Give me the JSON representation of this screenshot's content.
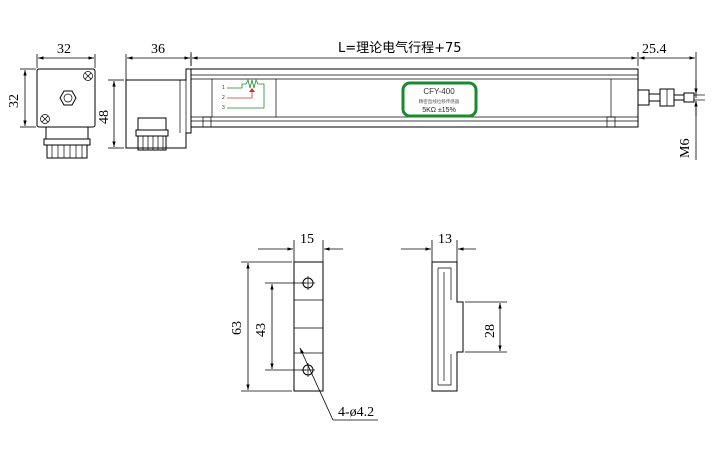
{
  "dimensions": {
    "connector_width": "32",
    "connector_height": "32",
    "head_width": "36",
    "body_height": "48",
    "stroke_length": "L=理论电气行程+75",
    "rod_extension": "25.4",
    "thread": "M6",
    "bracket_front_width": "15",
    "bracket_height": "63",
    "bracket_hole_spacing": "43",
    "bracket_side_width": "13",
    "bracket_side_step": "28",
    "holes": "4-ø4.2"
  },
  "label": {
    "model": "CFY-400",
    "subtitle": "精密直线位移传感器",
    "resistance": "5KΩ ±15%",
    "border_color": "#1a8a2e"
  }
}
